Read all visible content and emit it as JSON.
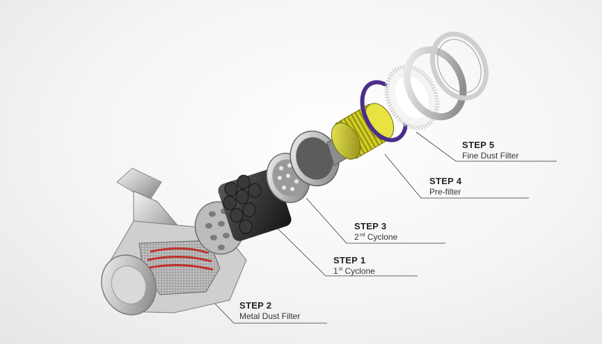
{
  "callouts": {
    "step5": {
      "step": "STEP 5",
      "label": "Fine Dust Filter"
    },
    "step4": {
      "step": "STEP 4",
      "label": "Pre-filter"
    },
    "step3": {
      "step": "STEP 3",
      "label_prefix": "2",
      "label_sup": "nd",
      "label_suffix": " Cyclone"
    },
    "step1": {
      "step": "STEP 1",
      "label_prefix": "1",
      "label_sup": "st",
      "label_suffix": " Cyclone"
    },
    "step2": {
      "step": "STEP 2",
      "label": "Metal Dust Filter"
    }
  },
  "colors": {
    "background": "#f0f0f0",
    "metal_silver": "#c9c9c9",
    "dark_cyclone": "#2a2a2a",
    "pre_filter_yellow": "#d6d21c",
    "seal_purple": "#5b3a9a",
    "red_band": "#c0302a",
    "leader_line": "#333333"
  },
  "icons": [
    "vacuum-handle",
    "cyclone-tubes",
    "mesh-disc",
    "cup-housing",
    "pre-filter-cylinder",
    "seal-ring",
    "fine-dust-filter",
    "outer-ring"
  ]
}
